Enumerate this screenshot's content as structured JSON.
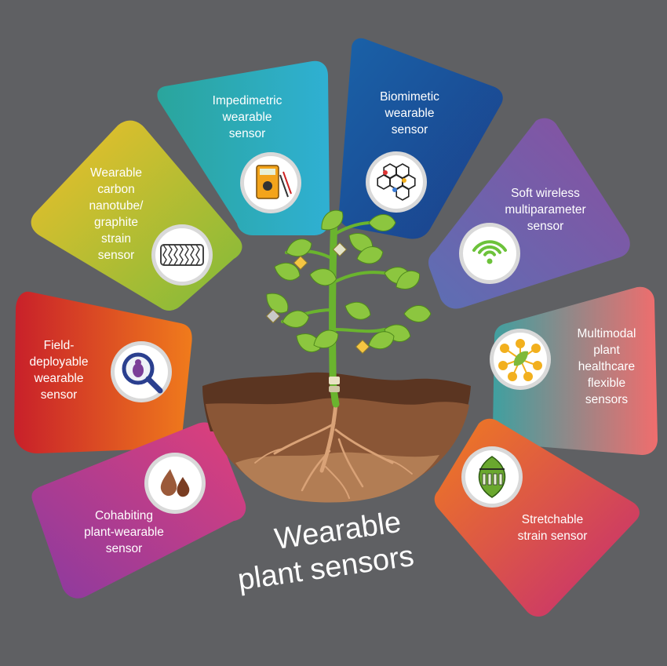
{
  "title": {
    "line1": "Wearable",
    "line2": "plant sensors"
  },
  "segments": [
    {
      "id": "field",
      "lines": [
        "Field-",
        "deployable",
        "wearable",
        "sensor"
      ],
      "icon": "magnifier-bug-icon",
      "color_start": "#c8202a",
      "color_end": "#f07b1c"
    },
    {
      "id": "cnt",
      "lines": [
        "Wearable",
        "carbon",
        "nanotube/",
        "graphite",
        "strain",
        "sensor"
      ],
      "icon": "nanotube-mesh-icon",
      "color_start": "#f1c02a",
      "color_end": "#7fba3a"
    },
    {
      "id": "impedimetric",
      "lines": [
        "Impedimetric",
        "wearable",
        "sensor"
      ],
      "icon": "multimeter-icon",
      "color_start": "#2aa59c",
      "color_end": "#2fb0d3"
    },
    {
      "id": "biomimetic",
      "lines": [
        "Biomimetic",
        "wearable",
        "sensor"
      ],
      "icon": "honeycomb-molecule-icon",
      "color_start": "#1a62a8",
      "color_end": "#1b3f8a"
    },
    {
      "id": "wireless",
      "lines": [
        "Soft wireless",
        "multiparameter",
        "sensor"
      ],
      "icon": "wifi-icon",
      "color_start": "#5c6fb4",
      "color_end": "#8a4fa0"
    },
    {
      "id": "multimodal",
      "lines": [
        "Multimodal",
        "plant",
        "healthcare",
        "flexible",
        "sensors"
      ],
      "icon": "leaf-network-icon",
      "color_start": "#3fa0a0",
      "color_end": "#f06d6d"
    },
    {
      "id": "stretchable",
      "lines": [
        "Stretchable",
        "strain sensor"
      ],
      "icon": "stretch-leaf-icon",
      "color_start": "#f07c1f",
      "color_end": "#c42a76"
    },
    {
      "id": "cohabiting",
      "lines": [
        "Cohabiting",
        "plant-wearable",
        "sensor"
      ],
      "icon": "water-drops-icon",
      "color_start": "#8a3aa0",
      "color_end": "#e0407a"
    }
  ],
  "colors": {
    "background": "#5f6063",
    "icon_circle": "#ffffff",
    "soil_top": "#5b3521",
    "soil_mid": "#8a5636",
    "soil_bottom": "#b27d54",
    "plant_green": "#6ab42e",
    "leaf_green": "#8cc63f",
    "sensor_chip": "#f5c542"
  }
}
